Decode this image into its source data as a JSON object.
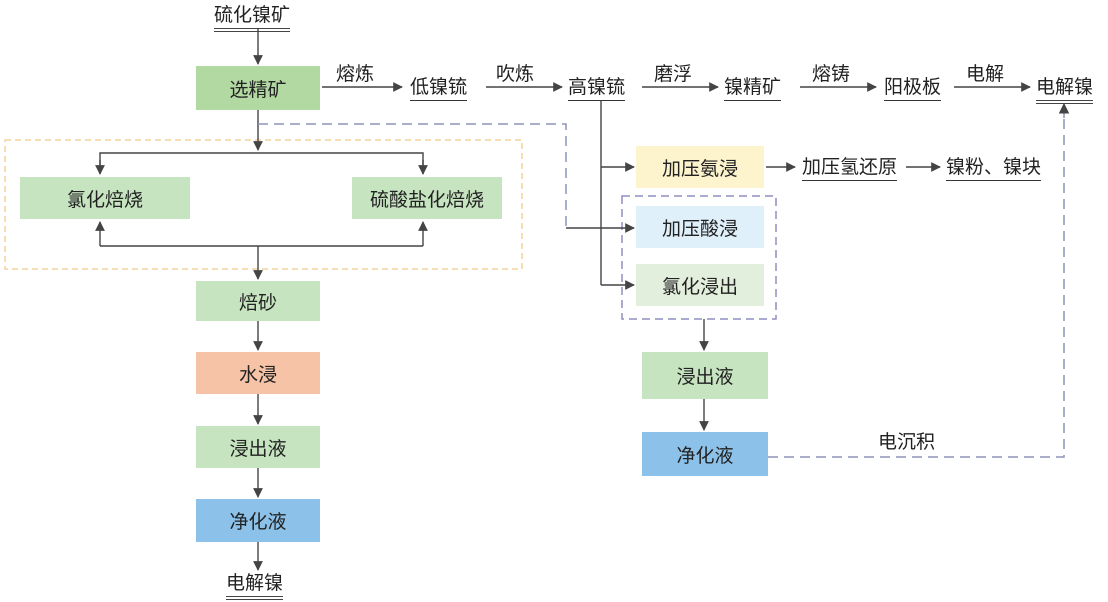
{
  "colors": {
    "green_box": "#c7e4c0",
    "dark_green_box": "#b3d9a3",
    "peach_box": "#f6c3a6",
    "blue_box": "#8cc2e9",
    "yellow_box": "#fdf3cc",
    "light_blue_box": "#dff0fb",
    "light_green_box": "#e3efdd",
    "orange_dashed_border": "#f2d39a",
    "purple_dashed_border": "#8f8fc4",
    "dashed_line": "#8f93b8",
    "arrow": "#444444"
  },
  "nodes": {
    "ore": "硫化镍矿",
    "concentrate": "选精矿",
    "chloride_roast": "氯化焙烧",
    "sulfate_roast": "硫酸盐化焙烧",
    "calcine": "焙砂",
    "water_leach": "水浸",
    "leach_liquor_left": "浸出液",
    "purified_liquor_left": "净化液",
    "electro_nickel_left": "电解镍",
    "low_matte": "低镍锍",
    "high_matte": "高镍锍",
    "nickel_concentrate": "镍精矿",
    "anode": "阳极板",
    "electro_nickel_right": "电解镍",
    "ammonia_leach": "加压氨浸",
    "h2_reduction": "加压氢还原",
    "nickel_powder": "镍粉、镍块",
    "acid_leach": "加压酸浸",
    "chlorine_leach": "氯化浸出",
    "leach_liquor_right": "浸出液",
    "purified_liquor_right": "净化液"
  },
  "edge_labels": {
    "smelting": "熔炼",
    "converting": "吹炼",
    "grinding_flotation": "磨浮",
    "casting": "熔铸",
    "electrolysis": "电解",
    "electrowinning": "电沉积"
  }
}
